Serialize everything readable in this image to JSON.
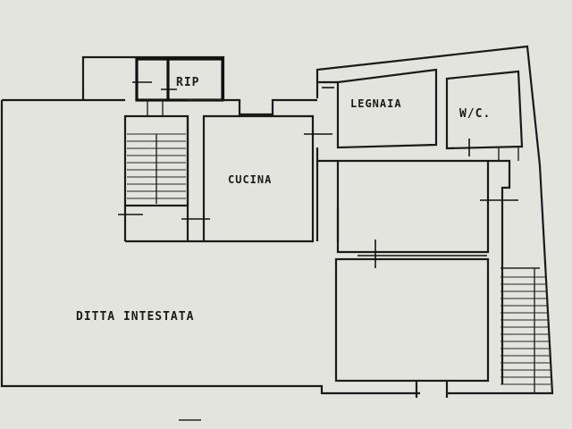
{
  "rooms": {
    "rip": "RIP",
    "legnaia": "LEGNAIA",
    "wc": "W/C.",
    "cucina": "CUCINA",
    "ditta": "DITTA INTESTATA"
  }
}
